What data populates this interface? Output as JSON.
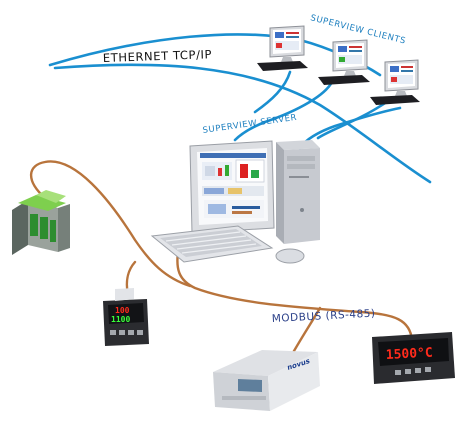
{
  "labels": {
    "ethernet": "ETHERNET TCP/IP",
    "clients": "SUPERVIEW CLIENTS",
    "server": "SUPERVIEW SERVER",
    "modbus": "MODBUS (RS-485)",
    "brand": "novus"
  },
  "displays": {
    "controller_top": "100",
    "controller_bottom": "1100",
    "panel_indicator": "1500°C"
  },
  "colors": {
    "ethernet_cable": "#1a8fd0",
    "modbus_cable": "#b8743c",
    "display_red": "#ff2b1c",
    "display_green": "#39ff3a"
  }
}
